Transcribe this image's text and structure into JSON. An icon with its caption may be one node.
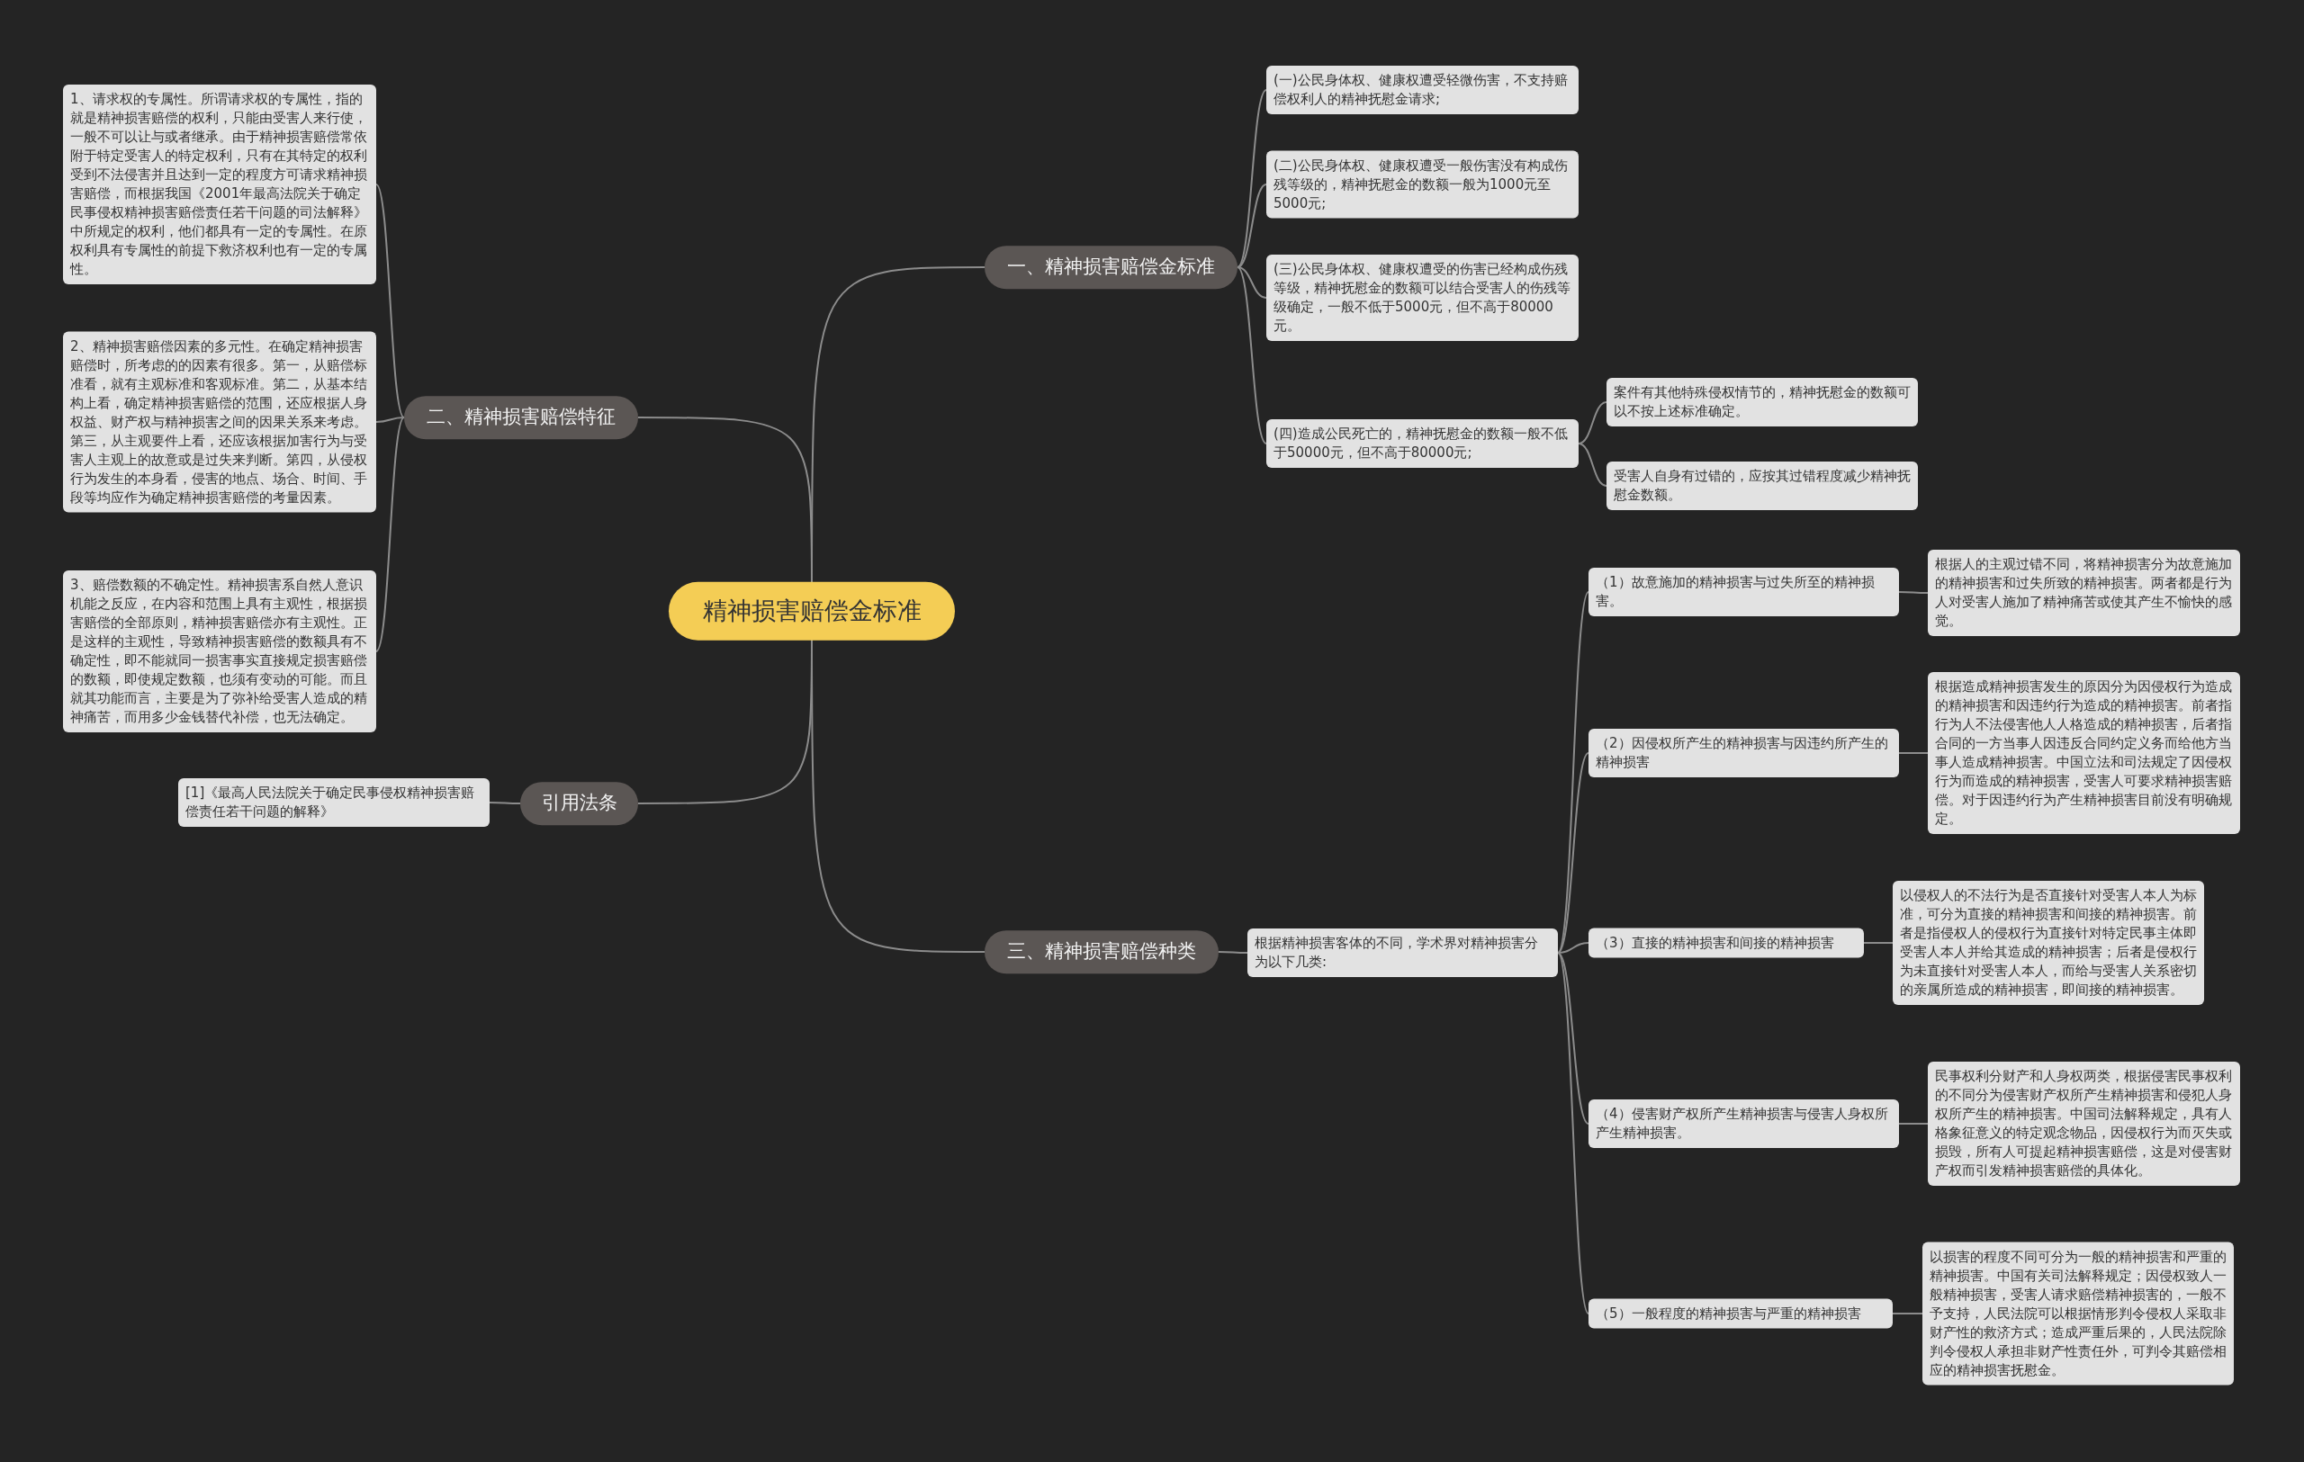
{
  "diagram": {
    "nodes": [
      {
        "text": [
          "精神损害赔偿金标准"
        ]
      },
      {
        "text": [
          "一、精神损害赔偿金标准"
        ]
      },
      {
        "text": [
          "(一)公民身体权、健康权遭受轻微伤害，不支持赔偿权利人的精神抚慰金请求;"
        ]
      },
      {
        "text": [
          "(二)公民身体权、健康权遭受一般伤害没有构成伤残等级的，精神抚慰金的数额一般为1000元至5000元;"
        ]
      },
      {
        "text": [
          "(三)公民身体权、健康权遭受的伤害已经构成伤残等级，精神抚慰金的数额可以结合受害人的伤残等级确定，一般不低于5000元，但不高于80000元。"
        ]
      },
      {
        "text": [
          "(四)造成公民死亡的，精神抚慰金的数额一般不低于50000元，但不高于80000元;"
        ]
      },
      {
        "text": [
          "案件有其他特殊侵权情节的，精神抚慰金的数额可以不按上述标准确定。"
        ]
      },
      {
        "text": [
          "受害人自身有过错的，应按其过错程度减少精神抚慰金数额。"
        ]
      },
      {
        "text": [
          "二、精神损害赔偿特征"
        ]
      },
      {
        "text": [
          "1、请求权的专属性。所谓请求权的专属性，指的就是精神损害赔偿的权利，只能由受害人来行使，一般不可以让与或者继承。由于精神损害赔偿常依附于特定受害人的特定权利，只有在其特定的权利受到不法侵害并且达到一定的程度方可请求精神损害赔偿，而根据我国《2001年最高法院关于确定民事侵权精神损害赔偿责任若干问题的司法解释》中所规定的权利，他们都具有一定的专属性。在原权利具有专属性的前提下救济权利也有一定的专属性。"
        ]
      },
      {
        "text": [
          "2、精神损害赔偿因素的多元性。在确定精神损害赔偿时，所考虑的的因素有很多。第一，从赔偿标准看，就有主观标准和客观标准。第二，从基本结构上看，确定精神损害赔偿的范围，还应根据人身权益、财产权与精神损害之间的因果关系来考虑。第三，从主观要件上看，还应该根据加害行为与受害人主观上的故意或是过失来判断。第四，从侵权行为发生的本身看，侵害的地点、场合、时间、手段等均应作为确定精神损害赔偿的考量因素。"
        ]
      },
      {
        "text": [
          "3、赔偿数额的不确定性。精神损害系自然人意识机能之反应，在内容和范围上具有主观性，根据损害赔偿的全部原则，精神损害赔偿亦有主观性。正是这样的主观性，导致精神损害赔偿的数额具有不确定性，即不能就同一损害事实直接规定损害赔偿的数额，即使规定数额，也须有变动的可能。而且就其功能而言，主要是为了弥补给受害人造成的精神痛苦，而用多少金钱替代补偿，也无法确定。"
        ]
      },
      {
        "text": [
          "引用法条"
        ]
      },
      {
        "text": [
          "[1]《最高人民法院关于确定民事侵权精神损害赔偿责任若干问题的解释》"
        ]
      },
      {
        "text": [
          "三、精神损害赔偿种类"
        ]
      },
      {
        "text": [
          "根据精神损害客体的不同，学术界对精神损害分为以下几类:"
        ]
      },
      {
        "text": [
          "（1）故意施加的精神损害与过失所至的精神损害。"
        ]
      },
      {
        "text": [
          "根据人的主观过错不同，将精神损害分为故意施加的精神损害和过失所致的精神损害。两者都是行为人对受害人施加了精神痛苦或使其产生不愉快的感觉。"
        ]
      },
      {
        "text": [
          "（2）因侵权所产生的精神损害与因违约所产生的精神损害"
        ]
      },
      {
        "text": [
          "根据造成精神损害发生的原因分为因侵权行为造成的精神损害和因违约行为造成的精神损害。前者指行为人不法侵害他人人格造成的精神损害，后者指合同的一方当事人因违反合同约定义务而给他方当事人造成精神损害。中国立法和司法规定了因侵权行为而造成的精神损害，受害人可要求精神损害赔偿。对于因违约行为产生精神损害目前没有明确规定。"
        ]
      },
      {
        "text": [
          "（3）直接的精神损害和间接的精神损害"
        ]
      },
      {
        "text": [
          "以侵权人的不法行为是否直接针对受害人本人为标准，可分为直接的精神损害和间接的精神损害。前者是指侵权人的侵权行为直接针对特定民事主体即受害人本人并给其造成的精神损害；后者是侵权行为未直接针对受害人本人，而给与受害人关系密切的亲属所造成的精神损害，即间接的精神损害。"
        ]
      },
      {
        "text": [
          "（4）侵害财产权所产生精神损害与侵害人身权所产生精神损害。"
        ]
      },
      {
        "text": [
          "民事权利分财产和人身权两类，根据侵害民事权利的不同分为侵害财产权所产生精神损害和侵犯人身权所产生的精神损害。中国司法解释规定，具有人格象征意义的特定观念物品，因侵权行为而灭失或损毁，所有人可提起精神损害赔偿，这是对侵害财产权而引发精神损害赔偿的具体化。"
        ]
      },
      {
        "text": [
          "（5）一般程度的精神损害与严重的精神损害"
        ]
      },
      {
        "text": [
          "以损害的程度不同可分为一般的精神损害和严重的精神损害。中国有关司法解释规定；因侵权致人一般精神损害，受害人请求赔偿精神损害的，一般不予支持，人民法院可以根据情形判令侵权人采取非财产性的救济方式；造成严重后果的，人民法院除判令侵权人承担非财产性责任外，可判令其赔偿相应的精神损害抚慰金。"
        ]
      }
    ],
    "edges": [
      {
        "from": 0,
        "to": 1,
        "arrow": "none"
      },
      {
        "from": 0,
        "to": 8,
        "arrow": "none"
      },
      {
        "from": 0,
        "to": 12,
        "arrow": "none"
      },
      {
        "from": 0,
        "to": 14,
        "arrow": "none"
      },
      {
        "from": 1,
        "to": 2,
        "arrow": "none"
      },
      {
        "from": 1,
        "to": 3,
        "arrow": "none"
      },
      {
        "from": 1,
        "to": 4,
        "arrow": "none"
      },
      {
        "from": 1,
        "to": 5,
        "arrow": "none"
      },
      {
        "from": 5,
        "to": 6,
        "arrow": "none"
      },
      {
        "from": 5,
        "to": 7,
        "arrow": "none"
      },
      {
        "from": 8,
        "to": 9,
        "arrow": "none"
      },
      {
        "from": 8,
        "to": 10,
        "arrow": "none"
      },
      {
        "from": 8,
        "to": 11,
        "arrow": "none"
      },
      {
        "from": 12,
        "to": 13,
        "arrow": "none"
      },
      {
        "from": 14,
        "to": 15,
        "arrow": "none"
      },
      {
        "from": 15,
        "to": 16,
        "arrow": "none"
      },
      {
        "from": 15,
        "to": 18,
        "arrow": "none"
      },
      {
        "from": 15,
        "to": 20,
        "arrow": "none"
      },
      {
        "from": 15,
        "to": 22,
        "arrow": "none"
      },
      {
        "from": 15,
        "to": 24,
        "arrow": "none"
      },
      {
        "from": 16,
        "to": 17,
        "arrow": "none"
      },
      {
        "from": 18,
        "to": 19,
        "arrow": "none"
      },
      {
        "from": 20,
        "to": 21,
        "arrow": "none"
      },
      {
        "from": 22,
        "to": 23,
        "arrow": "none"
      },
      {
        "from": 24,
        "to": 25,
        "arrow": "none"
      }
    ]
  }
}
